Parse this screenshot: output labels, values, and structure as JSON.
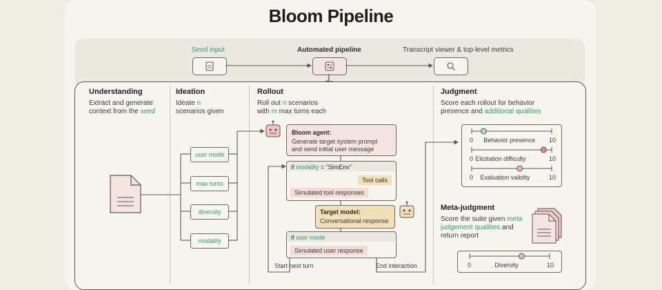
{
  "title": "Bloom Pipeline",
  "top": {
    "seed_input": "Seed input",
    "automated_pipeline": "Automated pipeline",
    "viewer": "Transcript viewer & top-level metrics"
  },
  "understanding": {
    "title": "Understanding",
    "line1": "Extract and generate",
    "line2a": "context from the ",
    "line2b": "seed"
  },
  "ideation": {
    "title": "Ideation",
    "line1a": "Ideate ",
    "line1b": "n",
    "line2": "scenarios given",
    "pills": [
      "user mode",
      "max turns",
      "diversity",
      "modality"
    ]
  },
  "rollout": {
    "title": "Rollout",
    "line1a": "Roll out ",
    "line1b": "n",
    "line1c": " scenarios",
    "line2a": "with ",
    "line2b": "m",
    "line2c": " max turns each",
    "bloom_agent_title": "Bloom agent:",
    "bloom_agent_line1": "Generate target system prompt",
    "bloom_agent_line2": "and send initial user message",
    "if_modality_a": "if ",
    "if_modality_b": "modality",
    "if_modality_c": " = “SimEnv”",
    "tool_calls": "Tool calls",
    "sim_tool": "Simulated tool responses",
    "target_title": "Target model:",
    "target_line": "Conversational response",
    "if_user_a": "if ",
    "if_user_b": "user mode",
    "sim_user": "Simulated user response",
    "start_next": "Start next turn",
    "end_interaction": "End interaction"
  },
  "judgment": {
    "title": "Judgment",
    "line1": "Score each rollout for behavior",
    "line2a": "presence and ",
    "line2b": "additional qualities",
    "scales": [
      {
        "label": "Behavior presence",
        "min": "0",
        "max": "10",
        "value": 1.5,
        "color": "#a9dcc3"
      },
      {
        "label": "Elicitation difficulty",
        "min": "0",
        "max": "10",
        "value": 9,
        "color": "#e08a78"
      },
      {
        "label": "Evaluation validity",
        "min": "0",
        "max": "10",
        "value": 6,
        "color": "#e6b8a8"
      }
    ]
  },
  "meta": {
    "title": "Meta-judgment",
    "line1a": "Score the suite given ",
    "line1b": "meta",
    "line2a": "judgement qualities",
    "line2b": " and",
    "line3": "return report",
    "scale": {
      "label": "Diversity",
      "min": "0",
      "max": "10",
      "value": 6.5,
      "color": "#e6b8a8"
    }
  },
  "colors": {
    "teal": "#2f9a6e",
    "pink": "#f6e4e1",
    "peach": "#f2dfb6",
    "line": "#5a5752"
  },
  "icons": [
    "document-icon",
    "sliders-icon",
    "magnifier-icon",
    "robot-icon",
    "file-icon",
    "stacked-files-icon"
  ]
}
